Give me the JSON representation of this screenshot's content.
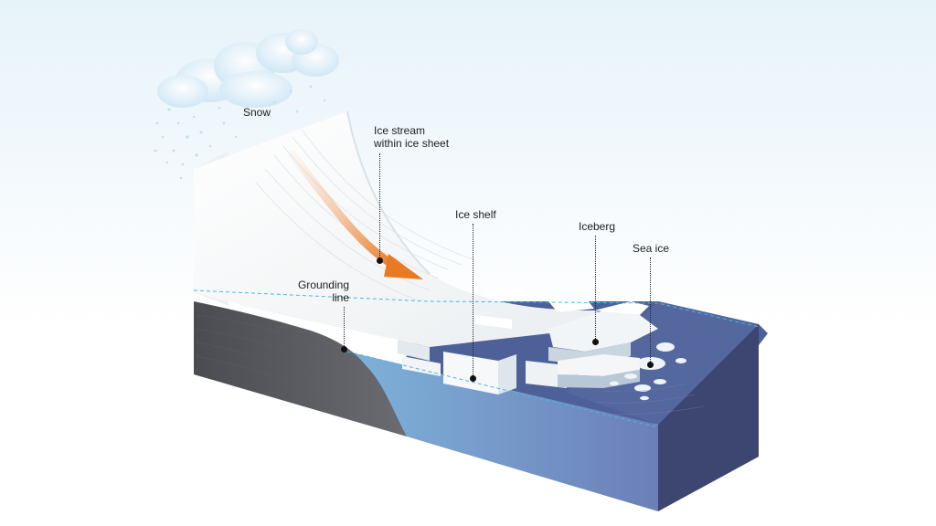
{
  "labels": {
    "snow": "Snow",
    "ice_stream_line1": "Ice stream",
    "ice_stream_line2": "within ice sheet",
    "ice_shelf": "Ice shelf",
    "iceberg": "Iceberg",
    "sea_ice": "Sea ice",
    "grounding_line1": "Grounding",
    "grounding_line2": "line"
  },
  "colors": {
    "ice": "#f4f6f7",
    "ice_shadow": "#d9e2e8",
    "ocean_top": "#4d5f95",
    "ocean_front": "#7ea6cf",
    "ocean_side": "#3c4570",
    "bedrock": "#55585e",
    "flow_arrow": "#e57c2d",
    "sea_level_line": "#45b9df"
  }
}
